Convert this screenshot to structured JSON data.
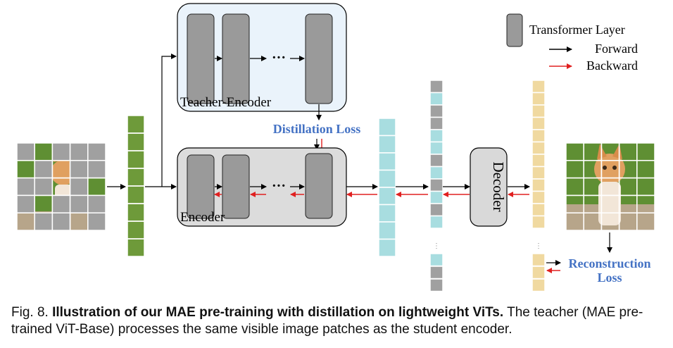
{
  "legend": {
    "layer_label": "Transformer Layer",
    "forward_label": "Forward",
    "backward_label": "Backward"
  },
  "teacher_encoder_label": "Teacher-Encoder",
  "encoder_label": "Encoder",
  "decoder_label": "Decoder",
  "distillation_loss_label": "Distillation Loss",
  "reconstruction_loss_label_line1": "Reconstruction",
  "reconstruction_loss_label_line2": "Loss",
  "ellipsis": "···",
  "caption": {
    "prefix": "Fig. 8.",
    "bold": "Illustration of our MAE pre-training with distillation on lightweight ViTs.",
    "rest": "The teacher (MAE pre-trained ViT-Base) processes the same visible image patches as the student encoder."
  },
  "colors": {
    "layer_fill": "#9a9a9a",
    "teacher_box_fill": "#eaf3fb",
    "encoder_box_fill": "#dcdcdc",
    "forward_arrow": "#000000",
    "backward_arrow": "#e02020",
    "loss_text": "#4472c4",
    "latent_token": "#a8dde0",
    "mask_token": "#a0a0a0",
    "decoder_output_token": "#f0d9a0"
  }
}
